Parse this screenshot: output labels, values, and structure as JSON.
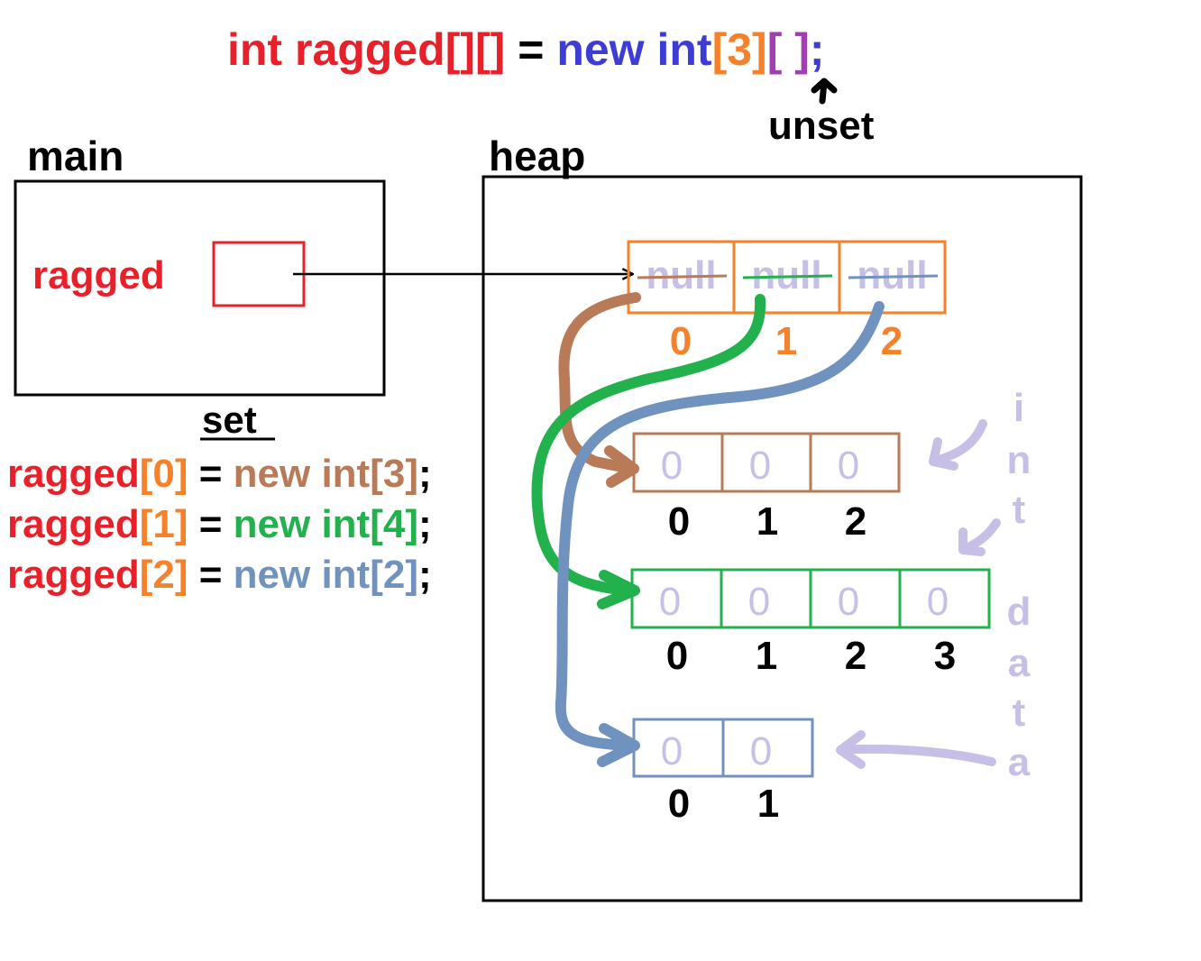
{
  "colors": {
    "red": "#e8202a",
    "blue": "#3d3dd6",
    "orange": "#f5822a",
    "purple": "#a040b0",
    "brown": "#b97a57",
    "green": "#22b14c",
    "steel": "#7092be",
    "lavender": "#c8bfe7",
    "black": "#000000"
  },
  "declaration": {
    "type": "int",
    "name": "ragged[][]",
    "equals": "=",
    "new_kw": "new",
    "int_kw": "int",
    "first_dim": "[3]",
    "second_dim": "[ ]",
    "semicolon": ";"
  },
  "unset_label": "unset",
  "main_label": "main",
  "heap_label": "heap",
  "variable_label": "ragged",
  "set_label": "set",
  "assignments": [
    {
      "lhs_name": "ragged",
      "lhs_index": "[0]",
      "equals": "=",
      "rhs_new": "new int",
      "rhs_size": "[3]",
      "end": ";"
    },
    {
      "lhs_name": "ragged",
      "lhs_index": "[1]",
      "equals": "=",
      "rhs_new": "new int",
      "rhs_size": "[4]",
      "end": ";"
    },
    {
      "lhs_name": "ragged",
      "lhs_index": "[2]",
      "equals": "=",
      "rhs_new": "new int",
      "rhs_size": "[2]",
      "end": ";"
    }
  ],
  "outer_array": {
    "cells": [
      "null",
      "null",
      "null"
    ],
    "indices": [
      "0",
      "1",
      "2"
    ]
  },
  "inner_arrays": [
    {
      "values": [
        "0",
        "0",
        "0"
      ],
      "indices": [
        "0",
        "1",
        "2"
      ]
    },
    {
      "values": [
        "0",
        "0",
        "0",
        "0"
      ],
      "indices": [
        "0",
        "1",
        "2",
        "3"
      ]
    },
    {
      "values": [
        "0",
        "0"
      ],
      "indices": [
        "0",
        "1"
      ]
    }
  ],
  "side_labels": {
    "int_letters": [
      "i",
      "n",
      "t"
    ],
    "data_letters": [
      "d",
      "a",
      "t",
      "a"
    ]
  }
}
